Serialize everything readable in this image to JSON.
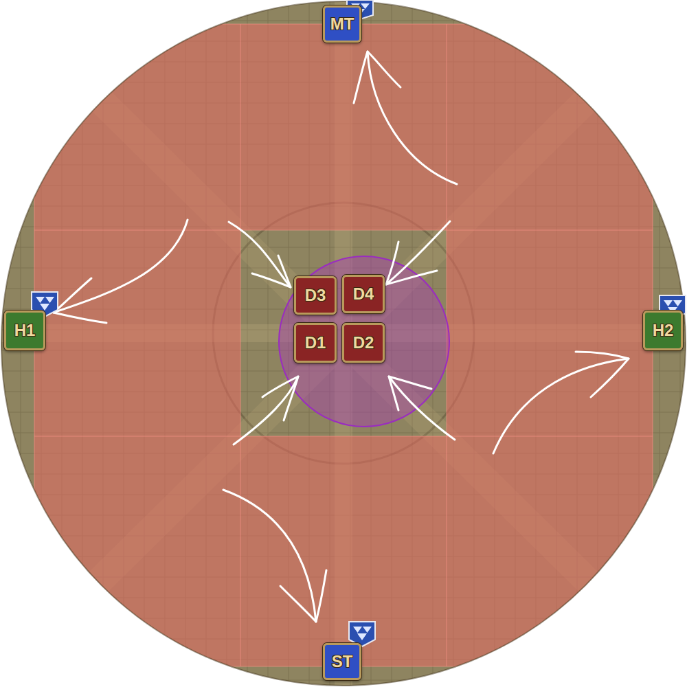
{
  "diagram": {
    "nodes": [
      {
        "text": [
          "MT"
        ]
      },
      {
        "text": [
          "D3"
        ]
      },
      {
        "text": [
          "D4"
        ]
      },
      {
        "text": [
          "H1"
        ]
      },
      {
        "text": [
          "D1"
        ]
      },
      {
        "text": [
          "D2"
        ]
      },
      {
        "text": [
          "H2"
        ]
      },
      {
        "text": [
          "ST"
        ]
      }
    ]
  }
}
